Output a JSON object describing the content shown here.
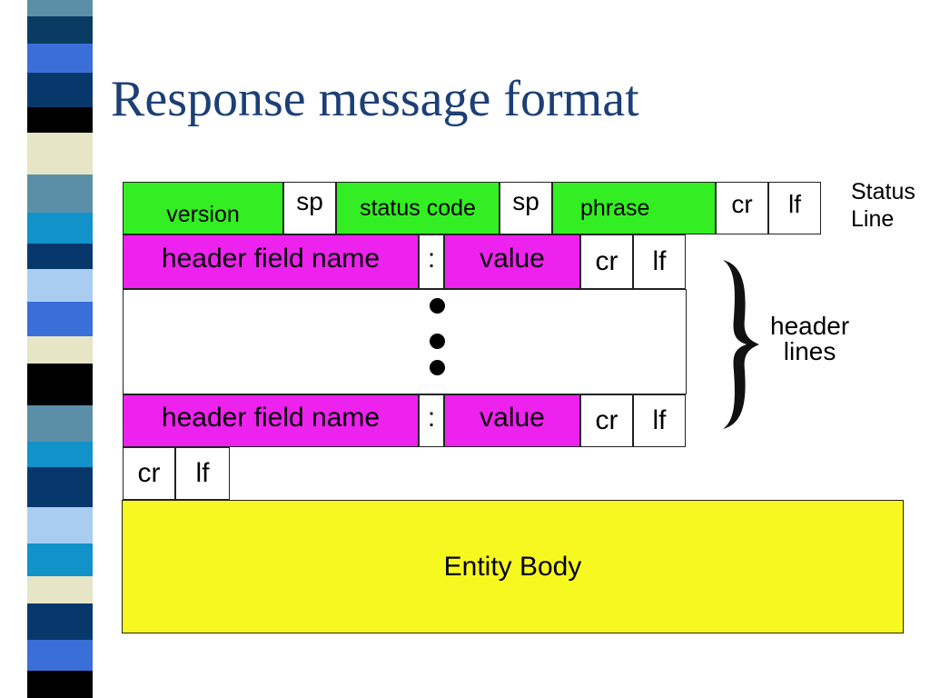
{
  "title": "Response message format",
  "status_line": {
    "fields": [
      "version",
      "sp",
      "status code",
      "sp",
      "phrase",
      "cr",
      "lf"
    ],
    "label": [
      "Status",
      "Line"
    ]
  },
  "header_line_first": {
    "fields": [
      "header field name",
      ":",
      "value",
      "cr",
      "lf"
    ]
  },
  "header_line_last": {
    "fields": [
      "header field name",
      ":",
      "value",
      "cr",
      "lf"
    ]
  },
  "header_lines_label": [
    "header",
    "lines"
  ],
  "blank_line": {
    "fields": [
      "cr",
      "lf"
    ]
  },
  "body": {
    "label": "Entity Body"
  },
  "colors": {
    "title": "#1c3f75",
    "status_field": "#33ee22",
    "header_field": "#ee22ee",
    "body": "#f8f821",
    "strip": [
      "#5b8fa8",
      "#0a3b63",
      "#3a6fd8",
      "#000000",
      "#e6e6c6",
      "#a8cdf0",
      "#1193c9",
      "#07386b"
    ]
  }
}
